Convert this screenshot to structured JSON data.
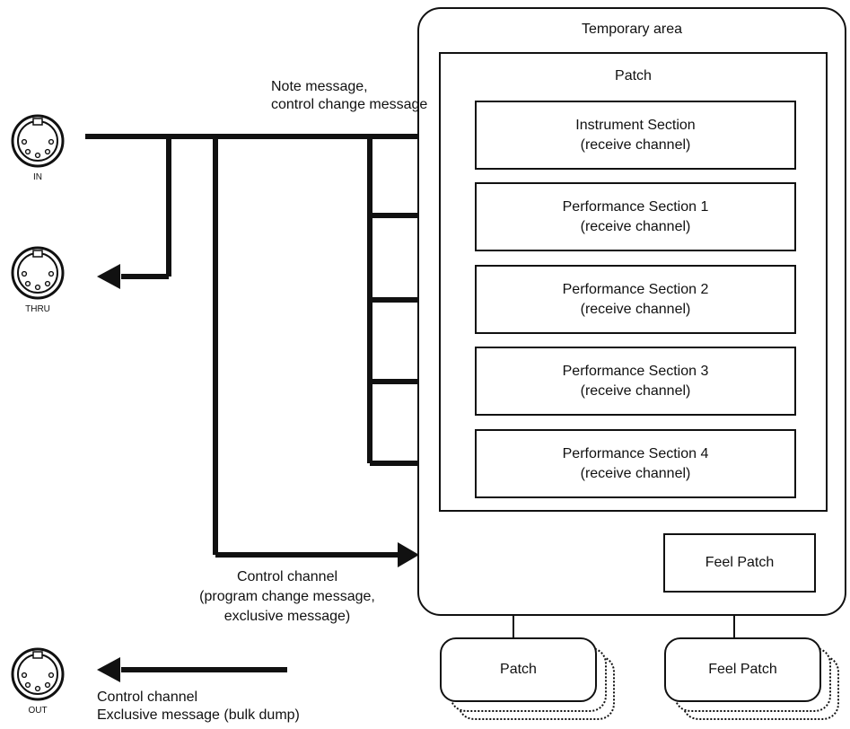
{
  "temporary_area": {
    "title": "Temporary area"
  },
  "patch": {
    "title": "Patch"
  },
  "sections": [
    {
      "name": "Instrument Section",
      "sub": "(receive channel)"
    },
    {
      "name": "Performance Section 1",
      "sub": "(receive channel)"
    },
    {
      "name": "Performance Section 2",
      "sub": "(receive channel)"
    },
    {
      "name": "Performance Section 3",
      "sub": "(receive channel)"
    },
    {
      "name": "Performance Section 4",
      "sub": "(receive channel)"
    }
  ],
  "feel_patch_box": "Feel Patch",
  "stores": {
    "patch": "Patch",
    "feel_patch": "Feel Patch"
  },
  "ports": {
    "in": "IN",
    "thru": "THRU",
    "out": "OUT"
  },
  "labels": {
    "note_message_1": "Note message,",
    "note_message_2": "control change message",
    "control_channel_1": "Control channel",
    "control_channel_2": "(program change message,",
    "control_channel_3": "exclusive message)",
    "out_label_1": "Control channel",
    "out_label_2": "Exclusive message (bulk dump)"
  }
}
